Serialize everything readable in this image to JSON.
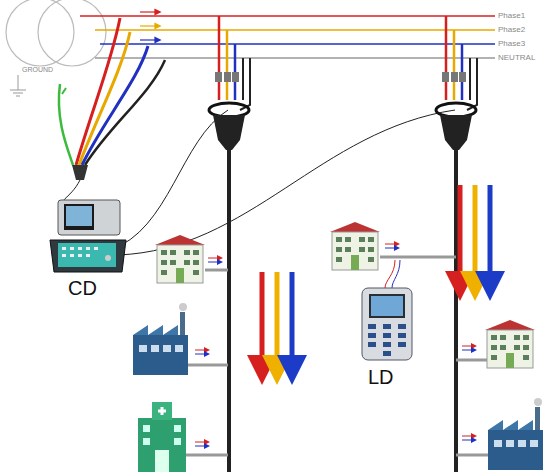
{
  "diagram": {
    "labels": [
      "Phase1",
      "Phase2",
      "Phase3",
      "NEUTRAL",
      "GROUND",
      "CD",
      "LD"
    ]
  }
}
